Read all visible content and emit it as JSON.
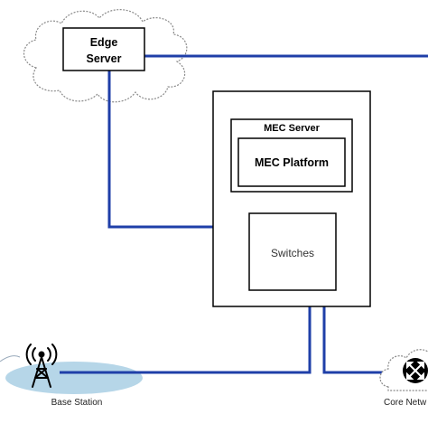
{
  "diagram": {
    "nodes": {
      "edge_server": {
        "line1": "Edge",
        "line2": "Server"
      },
      "mec_server": {
        "label": "MEC Server"
      },
      "mec_platform": {
        "label": "MEC Platform"
      },
      "switches": {
        "label": "Switches"
      },
      "base_station": {
        "label": "Base Station"
      },
      "core_network": {
        "label": "Core Netw"
      }
    },
    "colors": {
      "link": "#1f3fa8",
      "box_stroke": "#000000",
      "cloud_stroke": "#8a8a8a",
      "ground_ellipse": "#a9cfe4"
    },
    "icons": [
      "cloud-icon",
      "antenna-tower-icon",
      "router-icon"
    ]
  }
}
